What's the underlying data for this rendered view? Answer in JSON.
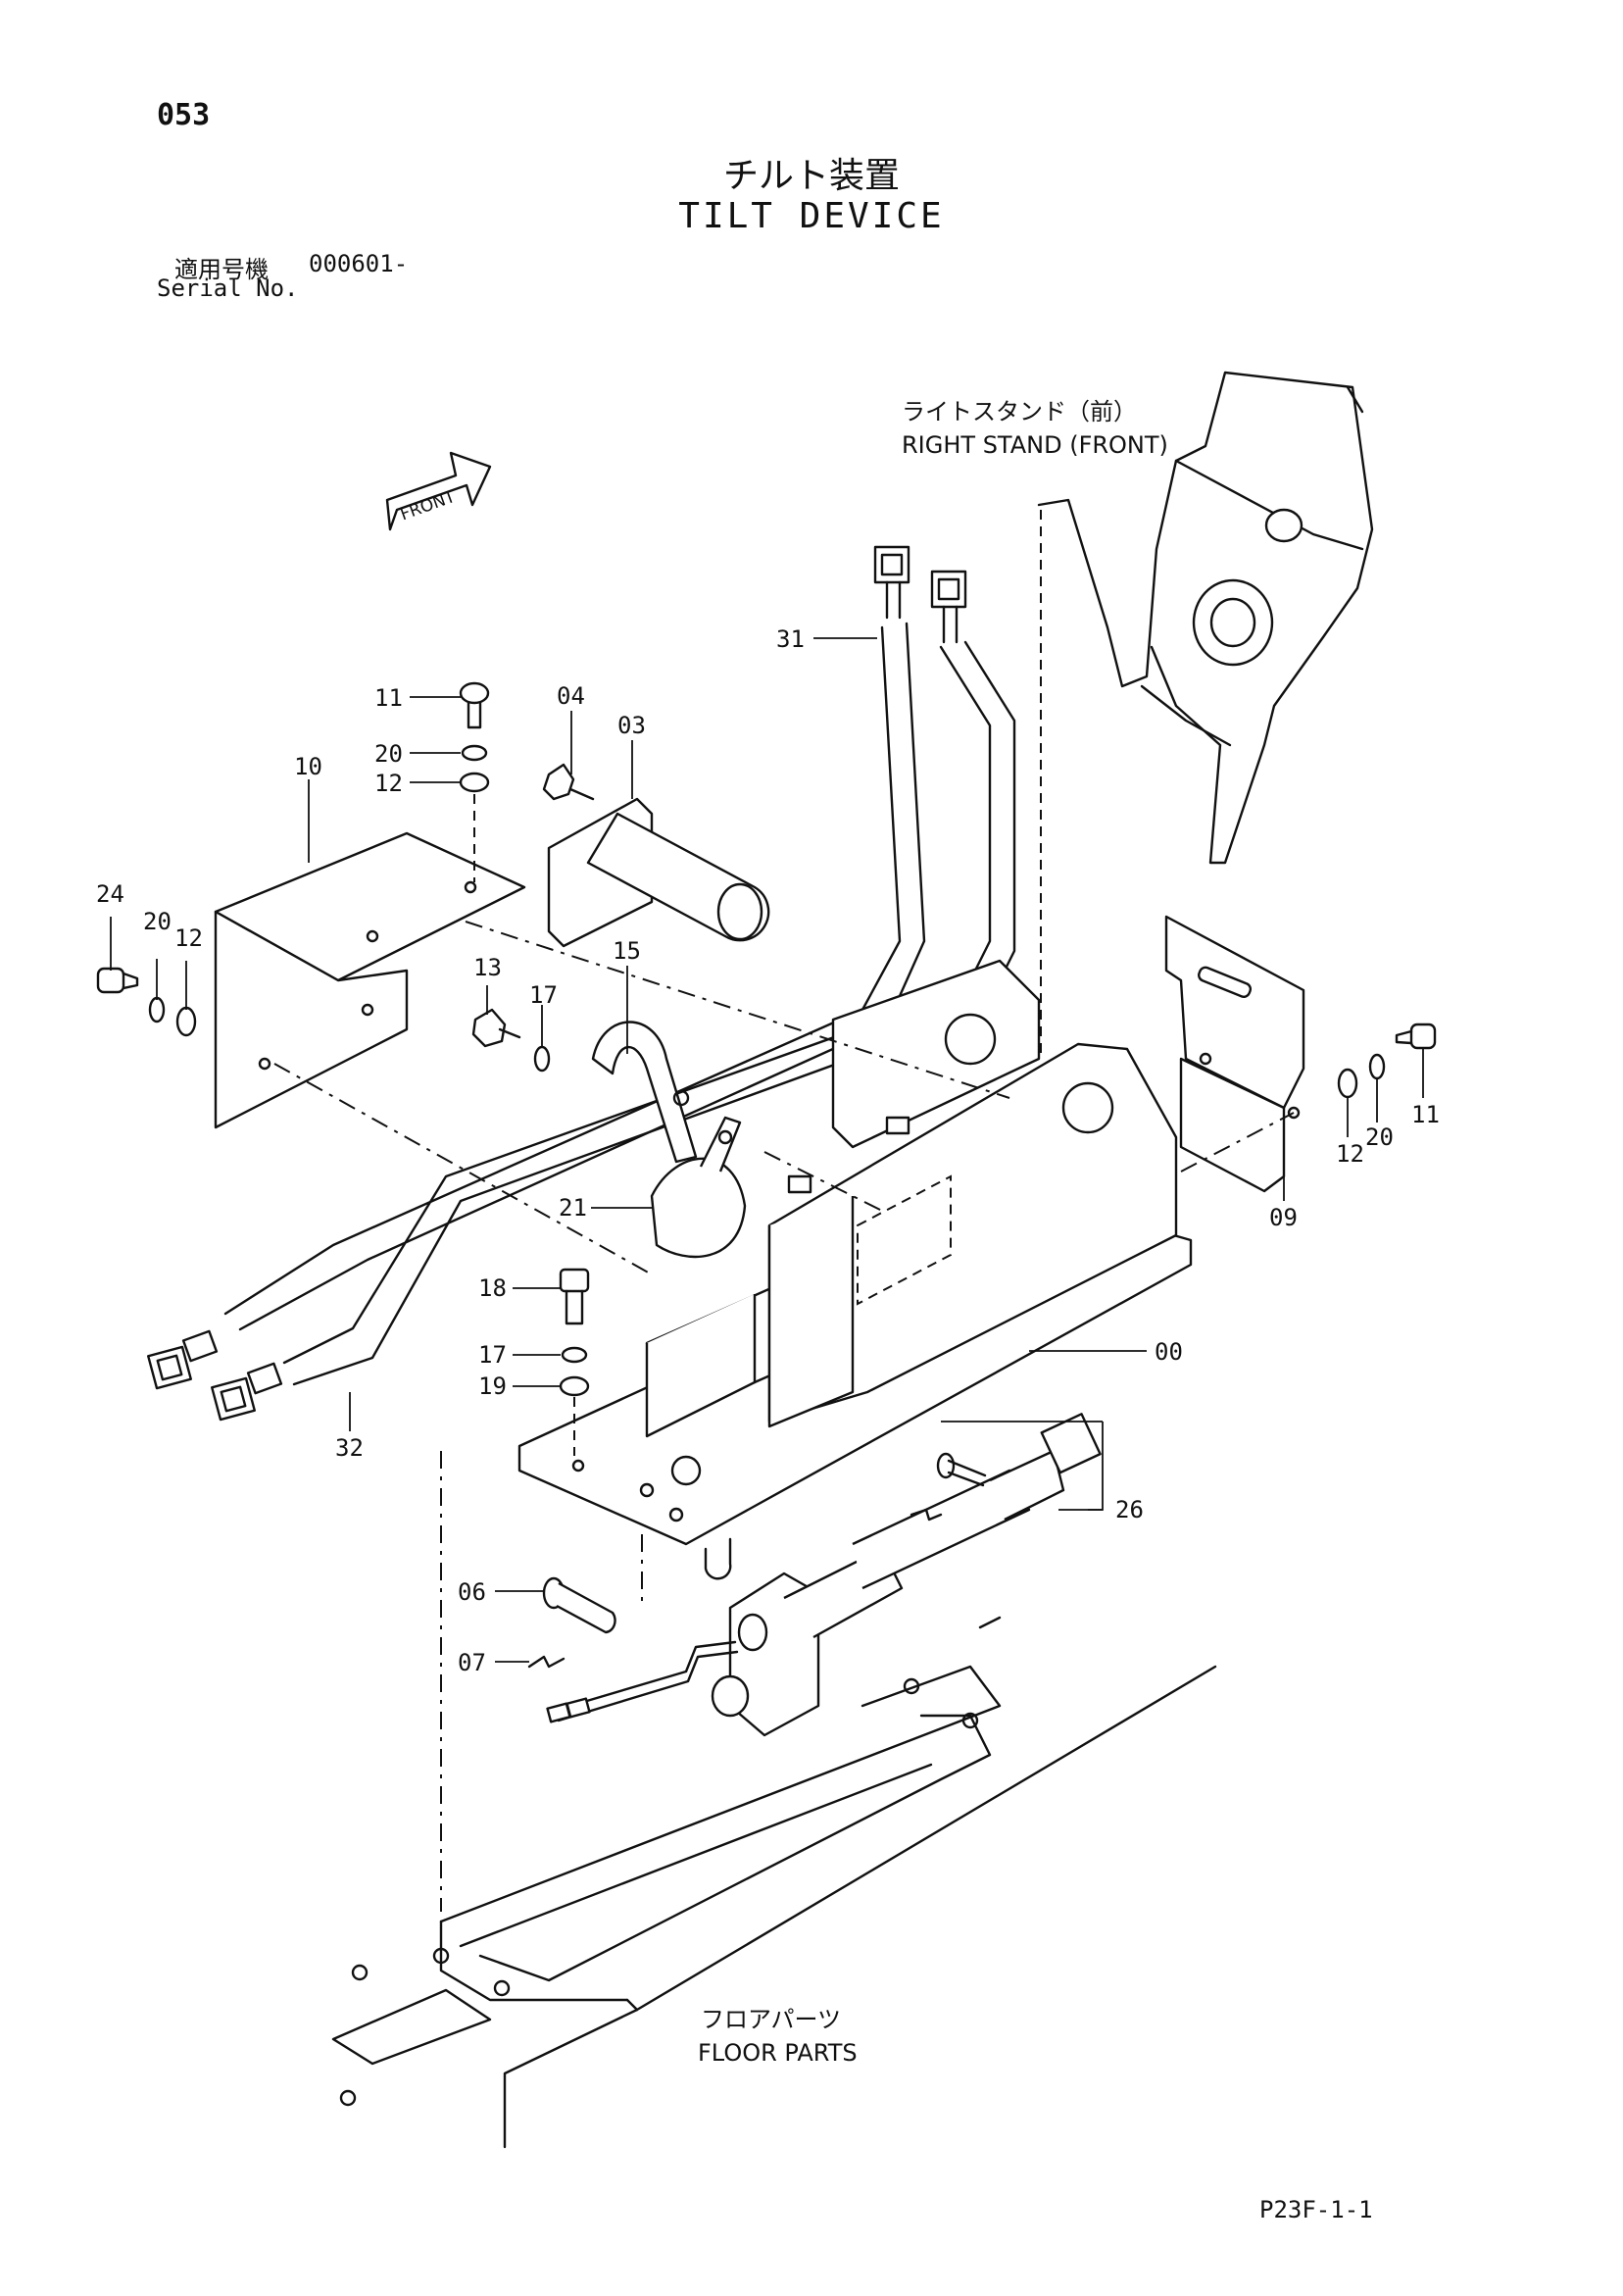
{
  "header": {
    "page_number": "053",
    "title_jp": "チルト装置",
    "title_en": "TILT DEVICE",
    "serial_label_jp": "適用号機",
    "serial_value": "000601-",
    "serial_label_en": "Serial No."
  },
  "labels": {
    "front_arrow": "FRONT",
    "right_stand_jp": "ライトスタンド（前）",
    "right_stand_en": "RIGHT STAND (FRONT)",
    "floor_parts_jp": "フロアパーツ",
    "floor_parts_en": "FLOOR PARTS"
  },
  "callouts": {
    "c31": "31",
    "c11a": "11",
    "c20a": "20",
    "c12a": "12",
    "c04": "04",
    "c03": "03",
    "c10": "10",
    "c24": "24",
    "c20b": "20",
    "c12b": "12",
    "c13": "13",
    "c17a": "17",
    "c15": "15",
    "c21": "21",
    "c18": "18",
    "c17b": "17",
    "c19": "19",
    "c32": "32",
    "c00": "00",
    "c09": "09",
    "c12c": "12",
    "c20c": "20",
    "c11b": "11",
    "c26": "26",
    "c06": "06",
    "c07": "07"
  },
  "footer": {
    "drawing_code": "P23F-1-1"
  }
}
